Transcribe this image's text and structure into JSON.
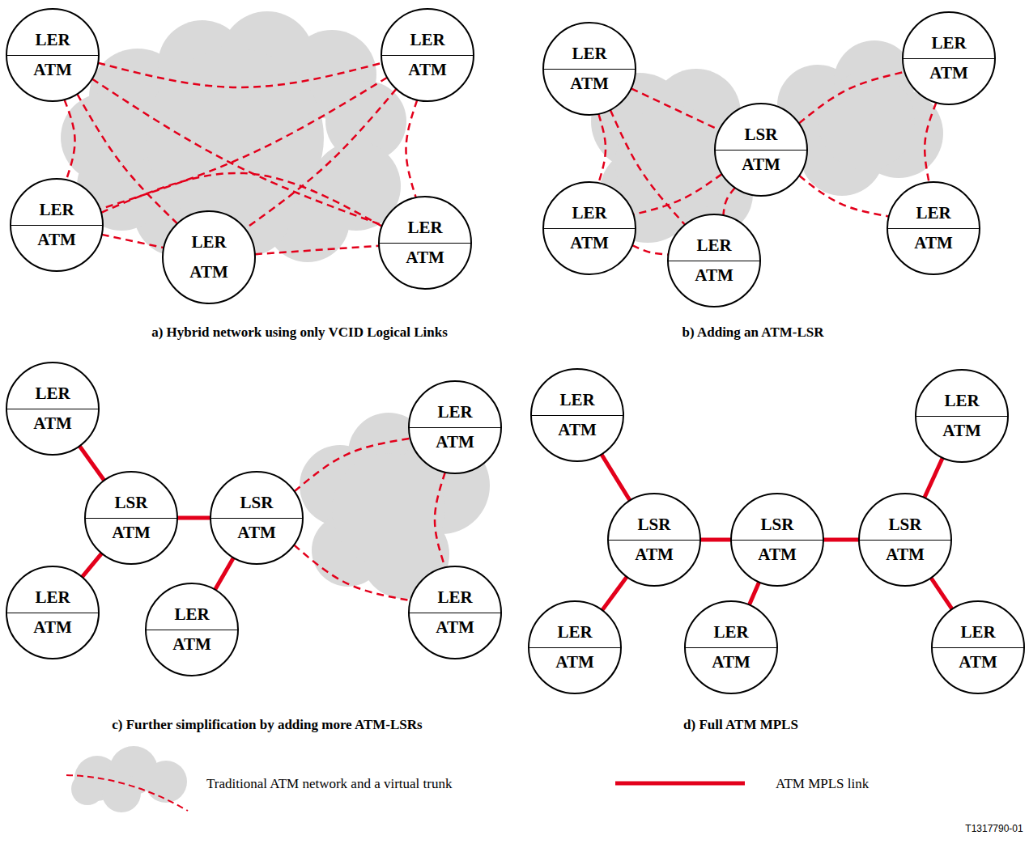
{
  "diagram": {
    "nodes": [
      {
        "text": [
          "LER",
          "ATM"
        ]
      },
      {
        "text": [
          "LER",
          "ATM"
        ]
      },
      {
        "text": [
          "LER",
          "ATM"
        ]
      },
      {
        "text": [
          "LER",
          "ATM"
        ]
      },
      {
        "text": [
          "LER",
          "ATM"
        ]
      },
      {
        "text": [
          "LER",
          "ATM"
        ]
      },
      {
        "text": [
          "LER",
          "ATM"
        ]
      },
      {
        "text": [
          "LSR",
          "ATM"
        ]
      },
      {
        "text": [
          "LER",
          "ATM"
        ]
      },
      {
        "text": [
          "LER",
          "ATM"
        ]
      },
      {
        "text": [
          "LER",
          "ATM"
        ]
      },
      {
        "text": [
          "LER",
          "ATM"
        ]
      },
      {
        "text": [
          "LER",
          "ATM"
        ]
      },
      {
        "text": [
          "LSR",
          "ATM"
        ]
      },
      {
        "text": [
          "LSR",
          "ATM"
        ]
      },
      {
        "text": [
          "LER",
          "ATM"
        ]
      },
      {
        "text": [
          "LER",
          "ATM"
        ]
      },
      {
        "text": [
          "LER",
          "ATM"
        ]
      },
      {
        "text": [
          "LER",
          "ATM"
        ]
      },
      {
        "text": [
          "LER",
          "ATM"
        ]
      },
      {
        "text": [
          "LSR",
          "ATM"
        ]
      },
      {
        "text": [
          "LSR",
          "ATM"
        ]
      },
      {
        "text": [
          "LSR",
          "ATM"
        ]
      },
      {
        "text": [
          "LER",
          "ATM"
        ]
      },
      {
        "text": [
          "LER",
          "ATM"
        ]
      },
      {
        "text": [
          "LER",
          "ATM"
        ]
      }
    ],
    "edges": [
      {
        "from": 0,
        "to": 1,
        "arrow": "none"
      },
      {
        "from": 0,
        "to": 2,
        "arrow": "none"
      },
      {
        "from": 0,
        "to": 3,
        "arrow": "none"
      },
      {
        "from": 0,
        "to": 4,
        "arrow": "none"
      },
      {
        "from": 1,
        "to": 2,
        "arrow": "none"
      },
      {
        "from": 1,
        "to": 3,
        "arrow": "none"
      },
      {
        "from": 1,
        "to": 4,
        "arrow": "none"
      },
      {
        "from": 2,
        "to": 3,
        "arrow": "none"
      },
      {
        "from": 2,
        "to": 4,
        "arrow": "none"
      },
      {
        "from": 3,
        "to": 4,
        "arrow": "none"
      },
      {
        "from": 5,
        "to": 7,
        "arrow": "none"
      },
      {
        "from": 5,
        "to": 8,
        "arrow": "none"
      },
      {
        "from": 5,
        "to": 9,
        "arrow": "none"
      },
      {
        "from": 7,
        "to": 8,
        "arrow": "none"
      },
      {
        "from": 7,
        "to": 9,
        "arrow": "none"
      },
      {
        "from": 8,
        "to": 9,
        "arrow": "none"
      },
      {
        "from": 7,
        "to": 6,
        "arrow": "none"
      },
      {
        "from": 7,
        "to": 10,
        "arrow": "none"
      },
      {
        "from": 6,
        "to": 10,
        "arrow": "none"
      },
      {
        "from": 11,
        "to": 13,
        "arrow": "none"
      },
      {
        "from": 15,
        "to": 13,
        "arrow": "none"
      },
      {
        "from": 13,
        "to": 14,
        "arrow": "none"
      },
      {
        "from": 14,
        "to": 16,
        "arrow": "none"
      },
      {
        "from": 14,
        "to": 12,
        "arrow": "none"
      },
      {
        "from": 14,
        "to": 17,
        "arrow": "none"
      },
      {
        "from": 12,
        "to": 17,
        "arrow": "none"
      },
      {
        "from": 18,
        "to": 20,
        "arrow": "none"
      },
      {
        "from": 23,
        "to": 20,
        "arrow": "none"
      },
      {
        "from": 20,
        "to": 21,
        "arrow": "none"
      },
      {
        "from": 21,
        "to": 24,
        "arrow": "none"
      },
      {
        "from": 21,
        "to": 22,
        "arrow": "none"
      },
      {
        "from": 22,
        "to": 19,
        "arrow": "none"
      },
      {
        "from": 22,
        "to": 25,
        "arrow": "none"
      }
    ],
    "labels": [
      "a) Hybrid network using only VCID Logical Links",
      "b) Adding an ATM-LSR",
      "c) Further simplification by adding more ATM-LSRs",
      "d) Full ATM MPLS",
      "T1317790-01"
    ],
    "legend": [
      {
        "text": "Traditional ATM network and a virtual trunk"
      },
      {
        "text": "ATM MPLS link"
      }
    ]
  }
}
